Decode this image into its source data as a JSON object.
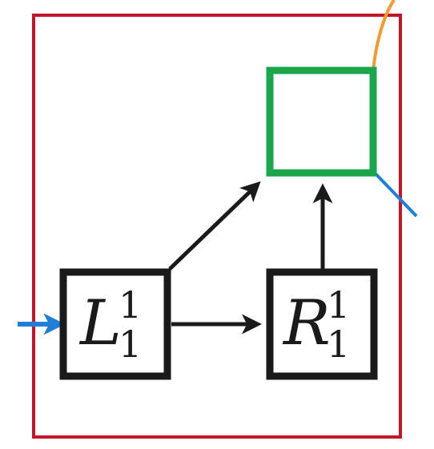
{
  "colors": {
    "frame": "#c0182a",
    "output_node": "#1aa64b",
    "node_border": "#1a1a1a",
    "edge": "#1a1a1a",
    "incoming_edge": "#1f7fd8",
    "outgoing_edge_top": "#f59a2f",
    "outgoing_edge_right": "#1f7fd8"
  },
  "nodes": {
    "left": {
      "symbol": "L",
      "superscript": "1",
      "subscript": "1"
    },
    "right": {
      "symbol": "R",
      "superscript": "1",
      "subscript": "1"
    }
  }
}
